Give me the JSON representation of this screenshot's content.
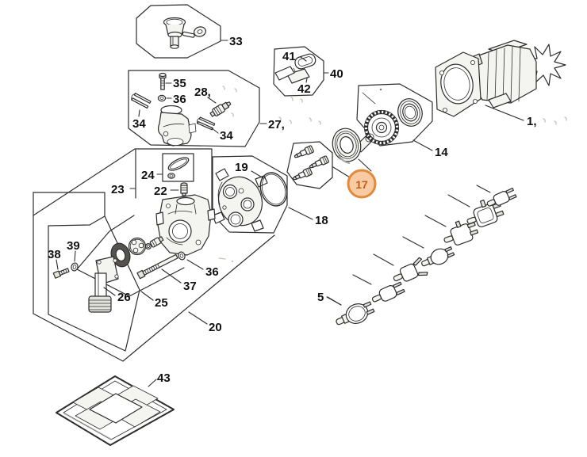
{
  "diagram": {
    "kind": "exploded-parts-diagram",
    "highlight": {
      "fill": "#F8CBA3",
      "stroke": "#DF8B3D",
      "text_color": "#C35F17"
    },
    "line_color": "#2d2d2d",
    "highlighted_part": "17"
  },
  "labels": {
    "p1": "1,",
    "p5": "5",
    "p14": "14",
    "p17": "17",
    "p18": "18",
    "p19": "19",
    "p20": "20",
    "p22": "22",
    "p23": "23",
    "p24": "24",
    "p25": "25",
    "p26": "26",
    "p27": "27,",
    "p28": "28,",
    "p33": "33",
    "p34a": "34",
    "p34b": "34",
    "p35": "35",
    "p36a": "36",
    "p36b": "36",
    "p37": "37",
    "p38": "38",
    "p39": "39",
    "p40": "40",
    "p41": "41",
    "p42": "42",
    "p43": "43"
  }
}
